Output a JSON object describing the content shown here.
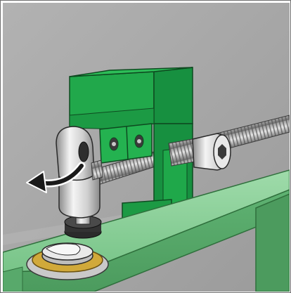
{
  "figure": {
    "kind": "technical-illustration",
    "background_color": "#a5a5a5",
    "bracket_color": "#1fa84a",
    "rail_color": "#7fc98f",
    "screw_color": "#d9d9d9",
    "arrow_color": "#1a1a1a",
    "components": [
      {
        "name": "green-mounting-bracket",
        "icon": "bracket-icon"
      },
      {
        "name": "threaded-spindle",
        "icon": "threaded-rod-icon"
      },
      {
        "name": "hex-socket-bolt",
        "icon": "bolt-icon"
      },
      {
        "name": "ball-joint-end",
        "icon": "ball-joint-icon"
      },
      {
        "name": "rotation-arrow",
        "icon": "curved-arrow-icon",
        "direction": "counter-clockwise"
      },
      {
        "name": "green-rail",
        "icon": "rail-icon"
      },
      {
        "name": "brass-washer",
        "icon": "washer-icon"
      },
      {
        "name": "round-foot-cap",
        "icon": "cap-icon"
      }
    ]
  }
}
